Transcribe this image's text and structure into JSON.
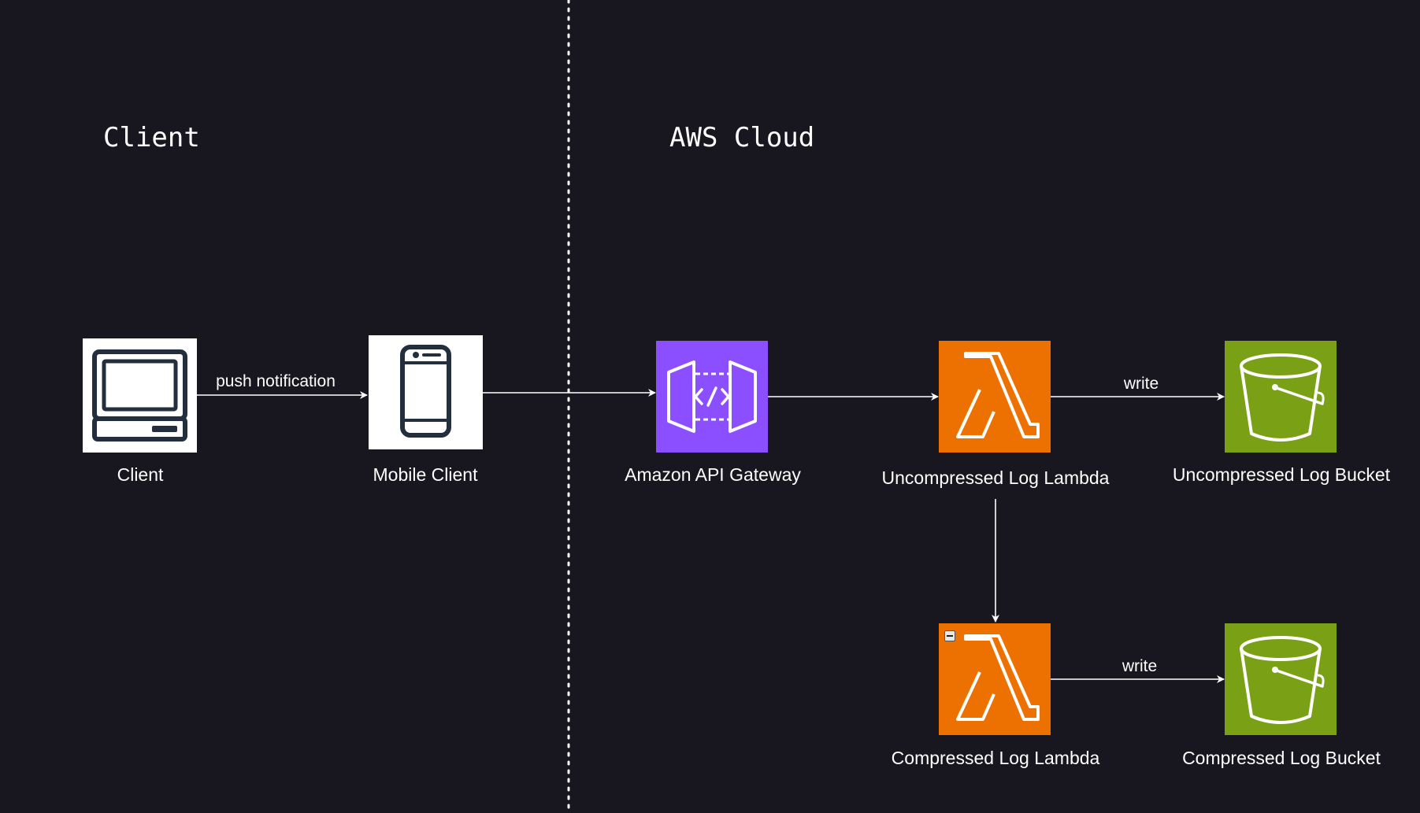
{
  "zones": {
    "client_title": "Client",
    "aws_title": "AWS Cloud"
  },
  "nodes": {
    "client": {
      "label": "Client",
      "icon": "laptop-icon"
    },
    "mobile_client": {
      "label": "Mobile Client",
      "icon": "mobile-phone-icon"
    },
    "api_gateway": {
      "label": "Amazon API Gateway",
      "icon": "api-gateway-icon"
    },
    "uncompressed_lambda": {
      "label": "Uncompressed Log Lambda",
      "icon": "lambda-icon"
    },
    "uncompressed_bucket": {
      "label": "Uncompressed Log Bucket",
      "icon": "s3-bucket-icon"
    },
    "compressed_lambda": {
      "label": "Compressed Log Lambda",
      "icon": "lambda-icon"
    },
    "compressed_bucket": {
      "label": "Compressed Log Bucket",
      "icon": "s3-bucket-icon"
    }
  },
  "edges": {
    "client_to_mobile": "push notification",
    "uncompressed_write": "write",
    "compressed_write": "write"
  },
  "colors": {
    "background": "#18161f",
    "api_gateway": "#8c4fff",
    "lambda": "#ed7100",
    "s3": "#7aa116",
    "client_tile": "#ffffff"
  }
}
